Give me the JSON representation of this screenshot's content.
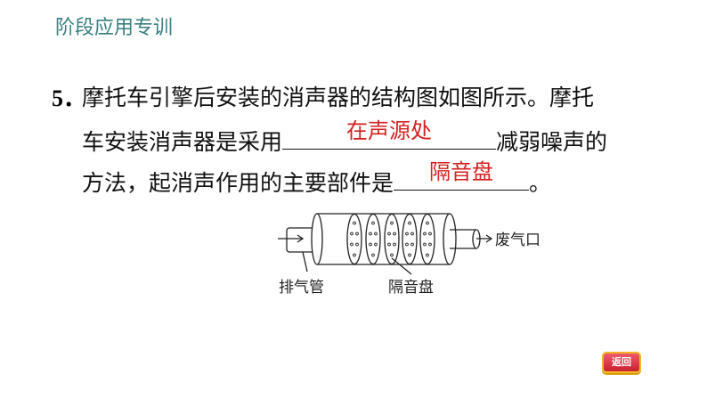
{
  "header": {
    "title": "阶段应用专训"
  },
  "question": {
    "number": "5．",
    "line1": "摩托车引擎后安装的消声器的结构图如图所示。摩托",
    "line2_pre": "车安装消声器是采用",
    "answer1": "在声源处",
    "line2_post": "减弱噪声的",
    "line3_pre": "方法，起消声作用的主要部件是",
    "answer2": "隔音盘",
    "line3_post": "。"
  },
  "diagram": {
    "label_exhaust_pipe": "排气管",
    "label_disc": "隔音盘",
    "label_outlet": "废气口"
  },
  "nav": {
    "back_label": "返回"
  }
}
